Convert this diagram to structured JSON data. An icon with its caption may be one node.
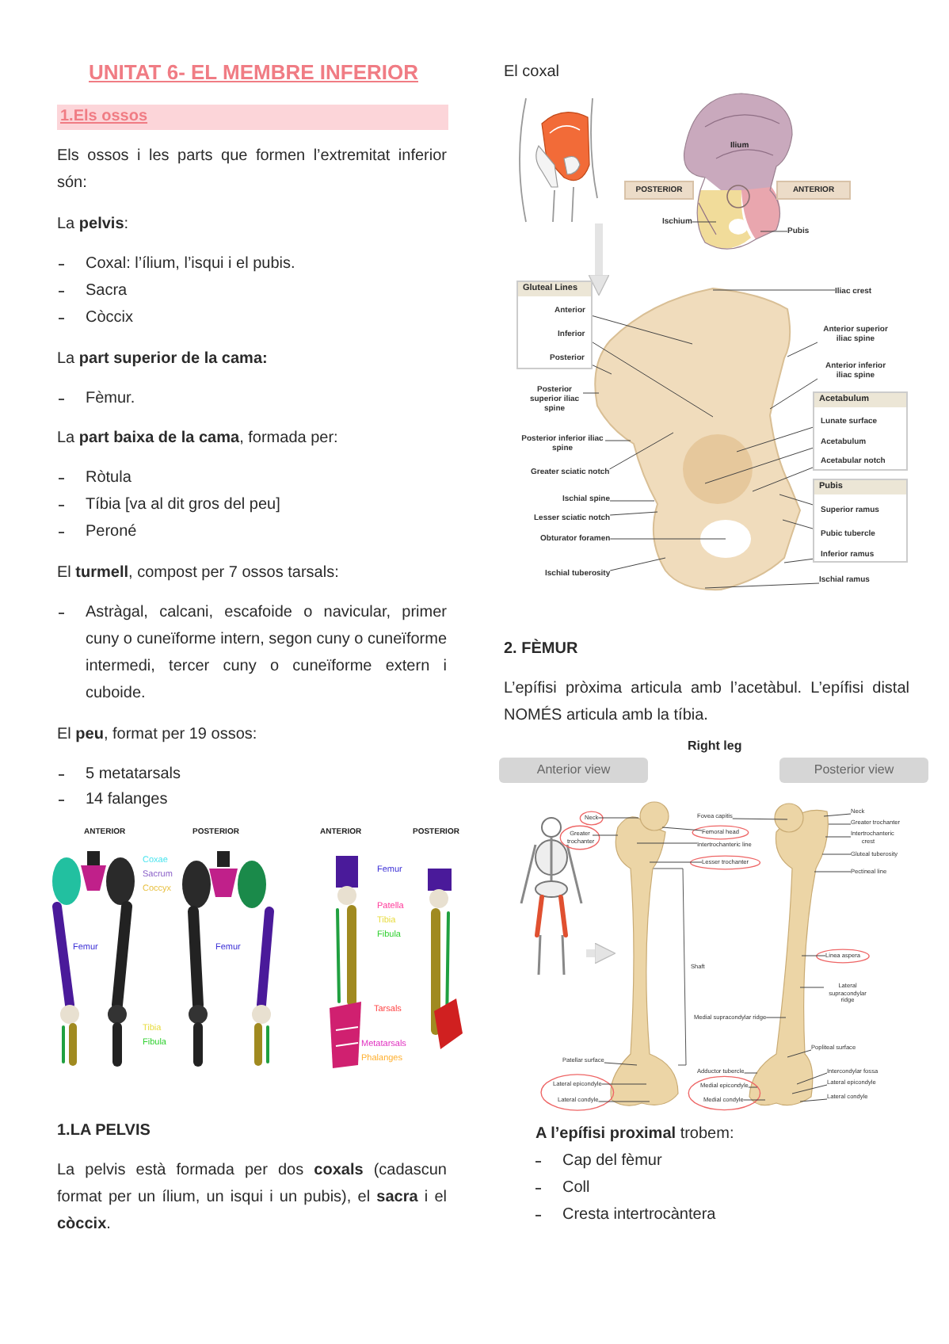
{
  "diagram": {
    "title": "UNITAT 6- EL MEMBRE INFERIOR",
    "nodes": [
      {
        "text": [
          "1.Els ossos"
        ]
      },
      {
        "text": [
          "POSTERIOR"
        ]
      },
      {
        "text": [
          "ANTERIOR"
        ]
      },
      {
        "text": [
          "Ischium"
        ]
      },
      {
        "text": [
          "Pubis"
        ]
      },
      {
        "text": [
          "Gluteal Lines"
        ]
      },
      {
        "text": [
          "Anterior"
        ],
        "in": 5
      },
      {
        "text": [
          "Inferior"
        ],
        "in": 5
      },
      {
        "text": [
          "Posterior"
        ],
        "in": 5
      },
      {
        "text": [
          "Iliac crest"
        ]
      },
      {
        "text": [
          "Anterior superior iliac spine"
        ]
      },
      {
        "text": [
          "Anterior inferior iliac spine"
        ]
      },
      {
        "text": [
          "Posterior superior iliac spine"
        ]
      },
      {
        "text": [
          "Posterior inferior iliac spine"
        ]
      },
      {
        "text": [
          "Greater sciatic notch"
        ]
      },
      {
        "text": [
          "Acetabulum"
        ]
      },
      {
        "text": [
          "Lunate surface"
        ],
        "in": 15
      },
      {
        "text": [
          "Acetabulum"
        ],
        "in": 15
      },
      {
        "text": [
          "Acetabular notch"
        ],
        "in": 15
      },
      {
        "text": [
          "Pubis"
        ]
      },
      {
        "text": [
          "Superior ramus"
        ],
        "in": 19
      },
      {
        "text": [
          "Pubic tubercle"
        ],
        "in": 19
      },
      {
        "text": [
          "Inferior ramus"
        ],
        "in": 19
      },
      {
        "text": [
          "Ischial spine"
        ]
      },
      {
        "text": [
          "Lesser sciatic notch"
        ]
      },
      {
        "text": [
          "Obturator foramen"
        ]
      },
      {
        "text": [
          "Ischial tuberosity"
        ]
      },
      {
        "text": [
          "Ischial ramus"
        ]
      },
      {
        "text": [
          "Anterior view"
        ]
      },
      {
        "text": [
          "Posterior view"
        ]
      },
      {
        "text": [
          "Neck"
        ]
      },
      {
        "text": [
          "Greater trochanter"
        ]
      },
      {
        "text": [
          "Fovea capitis"
        ]
      },
      {
        "text": [
          "Femoral head"
        ]
      },
      {
        "text": [
          "Intertrochanteric line"
        ]
      },
      {
        "text": [
          "Lesser trochanter"
        ]
      },
      {
        "text": [
          "Medial supracondylar ridge"
        ]
      },
      {
        "text": [
          "Patellar surface"
        ]
      },
      {
        "text": [
          "Adductor tubercle"
        ]
      },
      {
        "text": [
          "Lateral epicondyle"
        ]
      },
      {
        "text": [
          "Medial epicondyle"
        ]
      },
      {
        "text": [
          "Lateral condyle"
        ]
      },
      {
        "text": [
          "Medial condyle"
        ]
      },
      {
        "text": [
          "Neck"
        ]
      },
      {
        "text": [
          "Greater trochanter"
        ]
      },
      {
        "text": [
          "Intertrochanteric crest"
        ]
      },
      {
        "text": [
          "Gluteal tuberosity"
        ]
      },
      {
        "text": [
          "Pectineal line"
        ]
      },
      {
        "text": [
          "Linea aspera"
        ]
      },
      {
        "text": [
          "Lateral supracondylar ridge"
        ]
      },
      {
        "text": [
          "Popliteal surface"
        ]
      },
      {
        "text": [
          "Intercondylar fossa"
        ]
      },
      {
        "text": [
          "Lateral epicondyle"
        ]
      },
      {
        "text": [
          "Lateral condyle"
        ]
      },
      {
        "text": [],
        "shape": "picture",
        "beside": [
          "El coxal"
        ]
      },
      {
        "text": [],
        "shape": "picture"
      },
      {
        "text": [],
        "shape": "picture"
      },
      {
        "text": [],
        "shape": "picture"
      },
      {
        "text": [],
        "shape": "picture",
        "beside": [
          "Shaft"
        ]
      },
      {
        "text": [],
        "shape": "picture"
      }
    ],
    "edges": [
      {
        "from": 3,
        "to": 55,
        "arrow": "none"
      },
      {
        "from": 4,
        "to": 55,
        "arrow": "none"
      },
      {
        "from": 6,
        "to": 56,
        "arrow": "none"
      },
      {
        "from": 7,
        "to": 56,
        "arrow": "none"
      },
      {
        "from": 8,
        "to": 56,
        "arrow": "none"
      },
      {
        "from": 9,
        "to": 56,
        "arrow": "none"
      },
      {
        "from": 10,
        "to": 56,
        "arrow": "none"
      },
      {
        "from": 11,
        "to": 56,
        "arrow": "none"
      },
      {
        "from": 12,
        "to": 56,
        "arrow": "none"
      },
      {
        "from": 13,
        "to": 56,
        "arrow": "none"
      },
      {
        "from": 14,
        "to": 56,
        "arrow": "none"
      },
      {
        "from": 16,
        "to": 56,
        "arrow": "none"
      },
      {
        "from": 17,
        "to": 56,
        "arrow": "none"
      },
      {
        "from": 18,
        "to": 56,
        "arrow": "none"
      },
      {
        "from": 20,
        "to": 56,
        "arrow": "none"
      },
      {
        "from": 21,
        "to": 56,
        "arrow": "none"
      },
      {
        "from": 22,
        "to": 56,
        "arrow": "none"
      },
      {
        "from": 23,
        "to": 56,
        "arrow": "none"
      },
      {
        "from": 24,
        "to": 56,
        "arrow": "none"
      },
      {
        "from": 25,
        "to": 56,
        "arrow": "none"
      },
      {
        "from": 26,
        "to": 56,
        "arrow": "none"
      },
      {
        "from": 27,
        "to": 56,
        "arrow": "none"
      },
      {
        "from": 30,
        "to": 58,
        "arrow": "none"
      },
      {
        "from": 31,
        "to": 58,
        "arrow": "none"
      },
      {
        "from": 32,
        "to": 59,
        "arrow": "none"
      },
      {
        "from": 33,
        "to": 58,
        "arrow": "none"
      },
      {
        "from": 34,
        "to": 58,
        "arrow": "none"
      },
      {
        "from": 35,
        "to": 58,
        "arrow": "none"
      },
      {
        "from": 36,
        "to": 59,
        "arrow": "none"
      },
      {
        "from": 37,
        "to": 58,
        "arrow": "none"
      },
      {
        "from": 38,
        "to": 59,
        "arrow": "none"
      },
      {
        "from": 39,
        "to": 58,
        "arrow": "none"
      },
      {
        "from": 40,
        "to": 59,
        "arrow": "none"
      },
      {
        "from": 41,
        "to": 58,
        "arrow": "none"
      },
      {
        "from": 42,
        "to": 59,
        "arrow": "none"
      },
      {
        "from": 43,
        "to": 59,
        "arrow": "none"
      },
      {
        "from": 44,
        "to": 59,
        "arrow": "none"
      },
      {
        "from": 45,
        "to": 59,
        "arrow": "none"
      },
      {
        "from": 46,
        "to": 59,
        "arrow": "none"
      },
      {
        "from": 47,
        "to": 59,
        "arrow": "none"
      },
      {
        "from": 48,
        "to": 59,
        "arrow": "none"
      },
      {
        "from": 49,
        "to": 59,
        "arrow": "none"
      },
      {
        "from": 50,
        "to": 59,
        "arrow": "none"
      },
      {
        "from": 51,
        "to": 59,
        "arrow": "none"
      },
      {
        "from": 52,
        "to": 59,
        "arrow": "none"
      },
      {
        "from": 53,
        "to": 59,
        "arrow": "none"
      },
      {
        "from": 54,
        "to": 56,
        "arrow": "to",
        "style": "thick",
        "color": "#e4e4e4"
      },
      {
        "from": 57,
        "to": 58,
        "arrow": "to",
        "style": "thick",
        "color": "#e4e4e4"
      }
    ],
    "labels": [
      "Els ossos i les parts que formen l’extremitat inferior són:",
      "La **pelvis**:",
      "Coxal: l’ílium, l’isqui i el pubis.",
      "Sacra",
      "Còccix",
      "La **part superior de la cama:**",
      "Fèmur.",
      "La **part baixa de la cama**, formada per:",
      "Ròtula",
      "Tíbia [va al dit gros del peu]",
      "Peroné",
      "El **turmell**, compost per 7 ossos tarsals:",
      "Astràgal, calcani, escafoide o navicular, primer cuny o cuneïforme intern, segon cuny o cuneïforme intermedi, tercer cuny o cuneïforme extern i cuboide.",
      "El **peu**, format per 19 ossos:",
      "5 metatarsals",
      "14 falanges",
      "ANTERIOR",
      "POSTERIOR",
      "ANTERIOR",
      "POSTERIOR",
      "Coxae",
      "Sacrum",
      "Coccyx",
      "Femur",
      "Femur",
      "Tibia",
      "Fibula",
      "Femur",
      "Patella",
      "Tibia",
      "Fibula",
      "Tarsals",
      "Metatarsals",
      "Phalanges",
      "1.LA PELVIS",
      "La pelvis està formada per dos **coxals** (cadascun format per un ílium, un isqui i un pubis), el **sacra** i el **còccix**.",
      "Ilium",
      "2. FÈMUR",
      "L’epífisi pròxima articula amb l’acetàbul. L’epífisi distal NOMÉS articula amb la tíbia.",
      "Right leg",
      "**A l’epífisi proximal** trobem:",
      "Cap del fèmur",
      "Coll",
      "Cresta intertrocàntera"
    ]
  }
}
